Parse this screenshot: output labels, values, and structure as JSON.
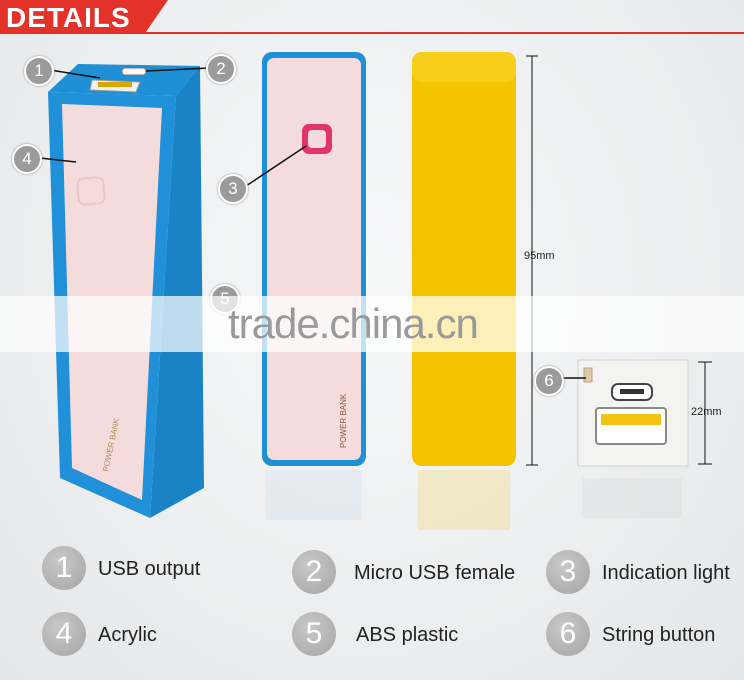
{
  "header": {
    "title": "DETAILS"
  },
  "watermark": {
    "text": "trade.china.cn"
  },
  "product": {
    "brand_text": "POWER BANK"
  },
  "dimensions": {
    "height_label": "95mm",
    "width_label": "22mm"
  },
  "callouts": [
    "1",
    "2",
    "3",
    "4",
    "5",
    "6"
  ],
  "legend": [
    {
      "number": "1",
      "label": "USB output"
    },
    {
      "number": "2",
      "label": "Micro USB female"
    },
    {
      "number": "3",
      "label": "Indication light"
    },
    {
      "number": "4",
      "label": "Acrylic"
    },
    {
      "number": "5",
      "label": "ABS plastic"
    },
    {
      "number": "6",
      "label": "String button"
    }
  ],
  "colors": {
    "accent": "#e2322a",
    "blue": "#1f8fd6",
    "yellow": "#f5c400",
    "pink_panel": "#f4dcdc"
  }
}
